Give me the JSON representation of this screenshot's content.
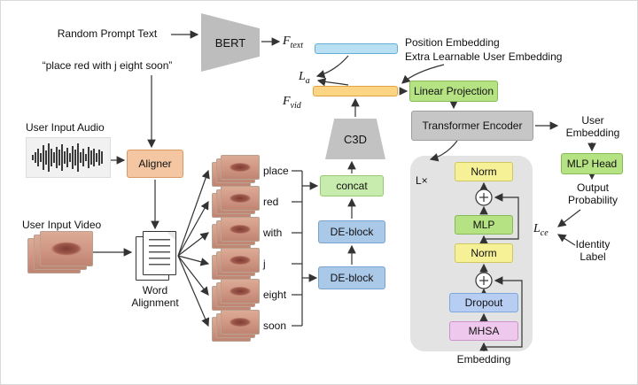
{
  "texts": {
    "random_prompt": "Random Prompt Text",
    "prompt_example": "“place red with j eight soon”",
    "position_embedding": "Position Embedding",
    "extra_user_embedding": "Extra Learnable User Embedding",
    "user_input_audio": "User Input Audio",
    "user_input_video": "User Input Video",
    "word_alignment": "Word Alignment",
    "user_embedding": "User Embedding",
    "output_probability": "Output Probability",
    "identity_label": "Identity Label",
    "embedding": "Embedding",
    "layers_times": "L×"
  },
  "nodes": {
    "bert": "BERT",
    "aligner": "Aligner",
    "c3d": "C3D",
    "concat": "concat",
    "de_block_top": "DE-block",
    "de_block_bottom": "DE-block",
    "linear_projection": "Linear Projection",
    "transformer_encoder": "Transformer Encoder",
    "mlp_head": "MLP Head",
    "norm_top": "Norm",
    "mlp": "MLP",
    "norm_bottom": "Norm",
    "dropout": "Dropout",
    "mhsa": "MHSA"
  },
  "math": {
    "f_text": {
      "base": "F",
      "sub": "text"
    },
    "f_vid": {
      "base": "F",
      "sub": "vid"
    },
    "l_a": {
      "base": "L",
      "sub": "a"
    },
    "l_ce": {
      "base": "L",
      "sub": "ce"
    }
  },
  "words": [
    "place",
    "red",
    "with",
    "j",
    "eight",
    "soon"
  ],
  "colors": {
    "bert_gray": "#bdbdbd",
    "box_gray": "#c6c6c6",
    "container_gray": "#e3e3e3",
    "text_bar_blue": "#b8dff2",
    "vid_bar_yellow": "#fbd584",
    "green": "#b5e283",
    "concat_green": "#c8ecad",
    "de_block_blue": "#aac8e8",
    "dropout_blue": "#b7cdf2",
    "aligner_orange": "#f4c7a2",
    "norm_yellow": "#f6f096",
    "mhsa_pink": "#efc8ee"
  }
}
